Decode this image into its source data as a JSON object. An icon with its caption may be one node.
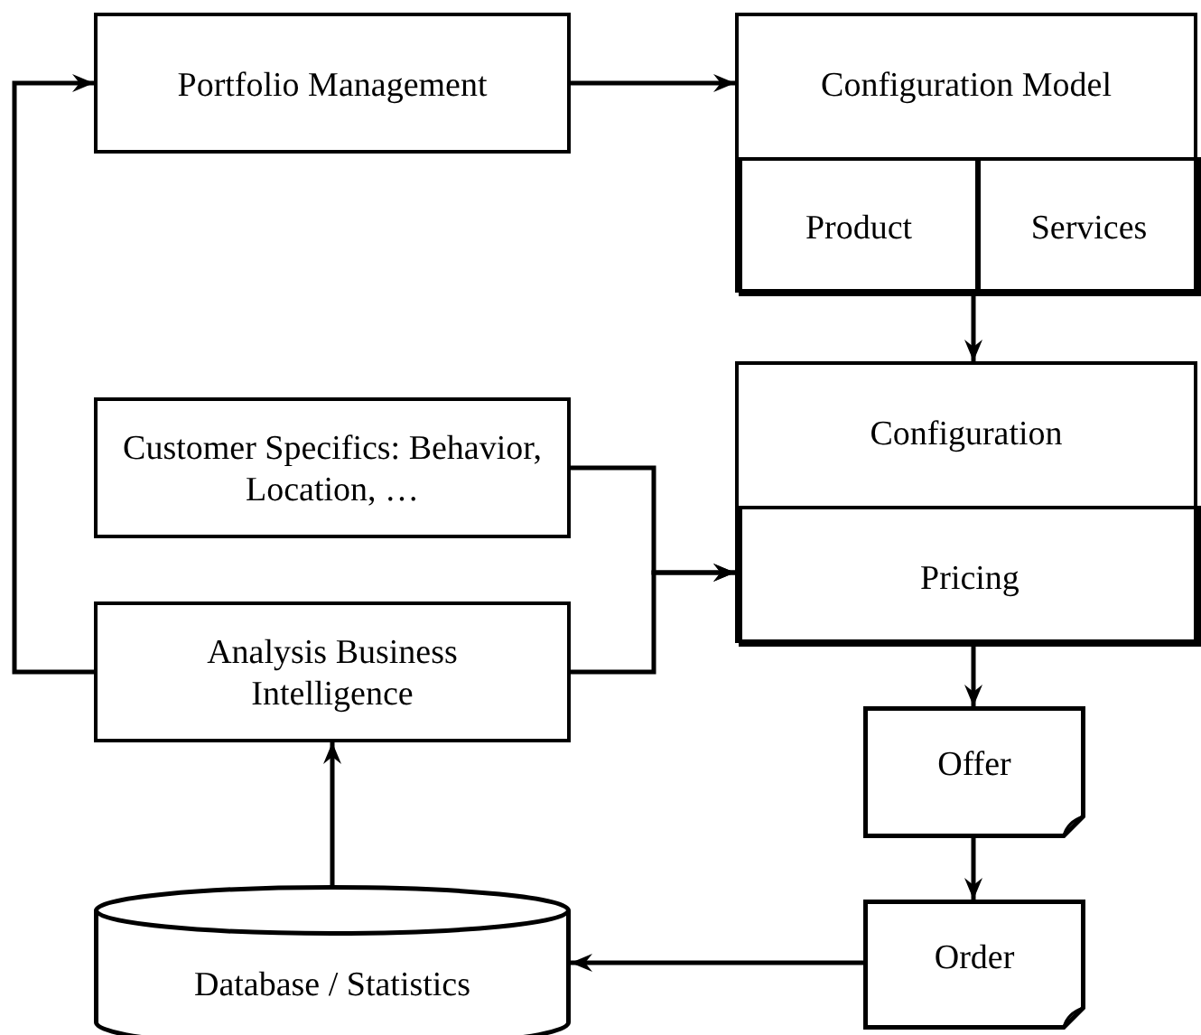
{
  "diagram": {
    "nodes": [
      {
        "text": [
          "Portfolio Management"
        ]
      },
      {
        "text": [
          "Configuration Model"
        ]
      },
      {
        "text": [
          "Product"
        ],
        "in": 1
      },
      {
        "text": [
          "Services"
        ],
        "in": 1
      },
      {
        "text": [
          "Customer Specifics: Behavior, Location, …"
        ]
      },
      {
        "text": [
          "Configuration"
        ]
      },
      {
        "text": [
          "Pricing"
        ],
        "in": 5
      },
      {
        "text": [
          "Analysis Business Intelligence"
        ]
      },
      {
        "text": [
          "Offer"
        ]
      },
      {
        "text": [
          "Order"
        ]
      },
      {
        "text": [
          "Database / Statistics"
        ]
      }
    ],
    "edges": [
      {
        "from": 0,
        "to": 1,
        "arrow": "to"
      },
      {
        "from": 1,
        "to": 5,
        "arrow": "to"
      },
      {
        "from": 4,
        "to": 6,
        "arrow": "to"
      },
      {
        "from": 7,
        "to": 6,
        "arrow": "to"
      },
      {
        "from": 6,
        "to": 8,
        "arrow": "to"
      },
      {
        "from": 8,
        "to": 9,
        "arrow": "to"
      },
      {
        "from": 9,
        "to": 10,
        "arrow": "to"
      },
      {
        "from": 10,
        "to": 7,
        "arrow": "to"
      },
      {
        "from": 7,
        "to": 0,
        "arrow": "to"
      }
    ]
  }
}
